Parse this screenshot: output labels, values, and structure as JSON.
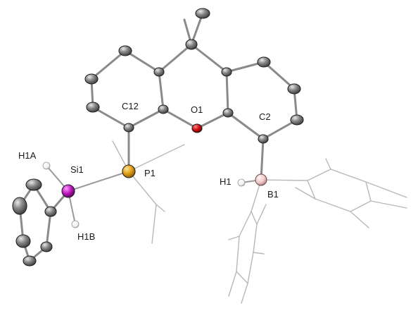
{
  "labels": {
    "c12": "C12",
    "o1": "O1",
    "c2": "C2",
    "h1a": "H1A",
    "si1": "Si1",
    "p1": "P1",
    "h1": "H1",
    "b1": "B1",
    "h1b": "H1B"
  },
  "colors": {
    "carbon": "#6f6f6f",
    "oxygen": "#d01010",
    "phosphorus": "#e3a21a",
    "silicon": "#c21bc2",
    "boron": "#f2c8c8",
    "hydrogen": "#f4f4f4",
    "bond": "#8a8a8a",
    "wire": "#b8b8b8"
  }
}
